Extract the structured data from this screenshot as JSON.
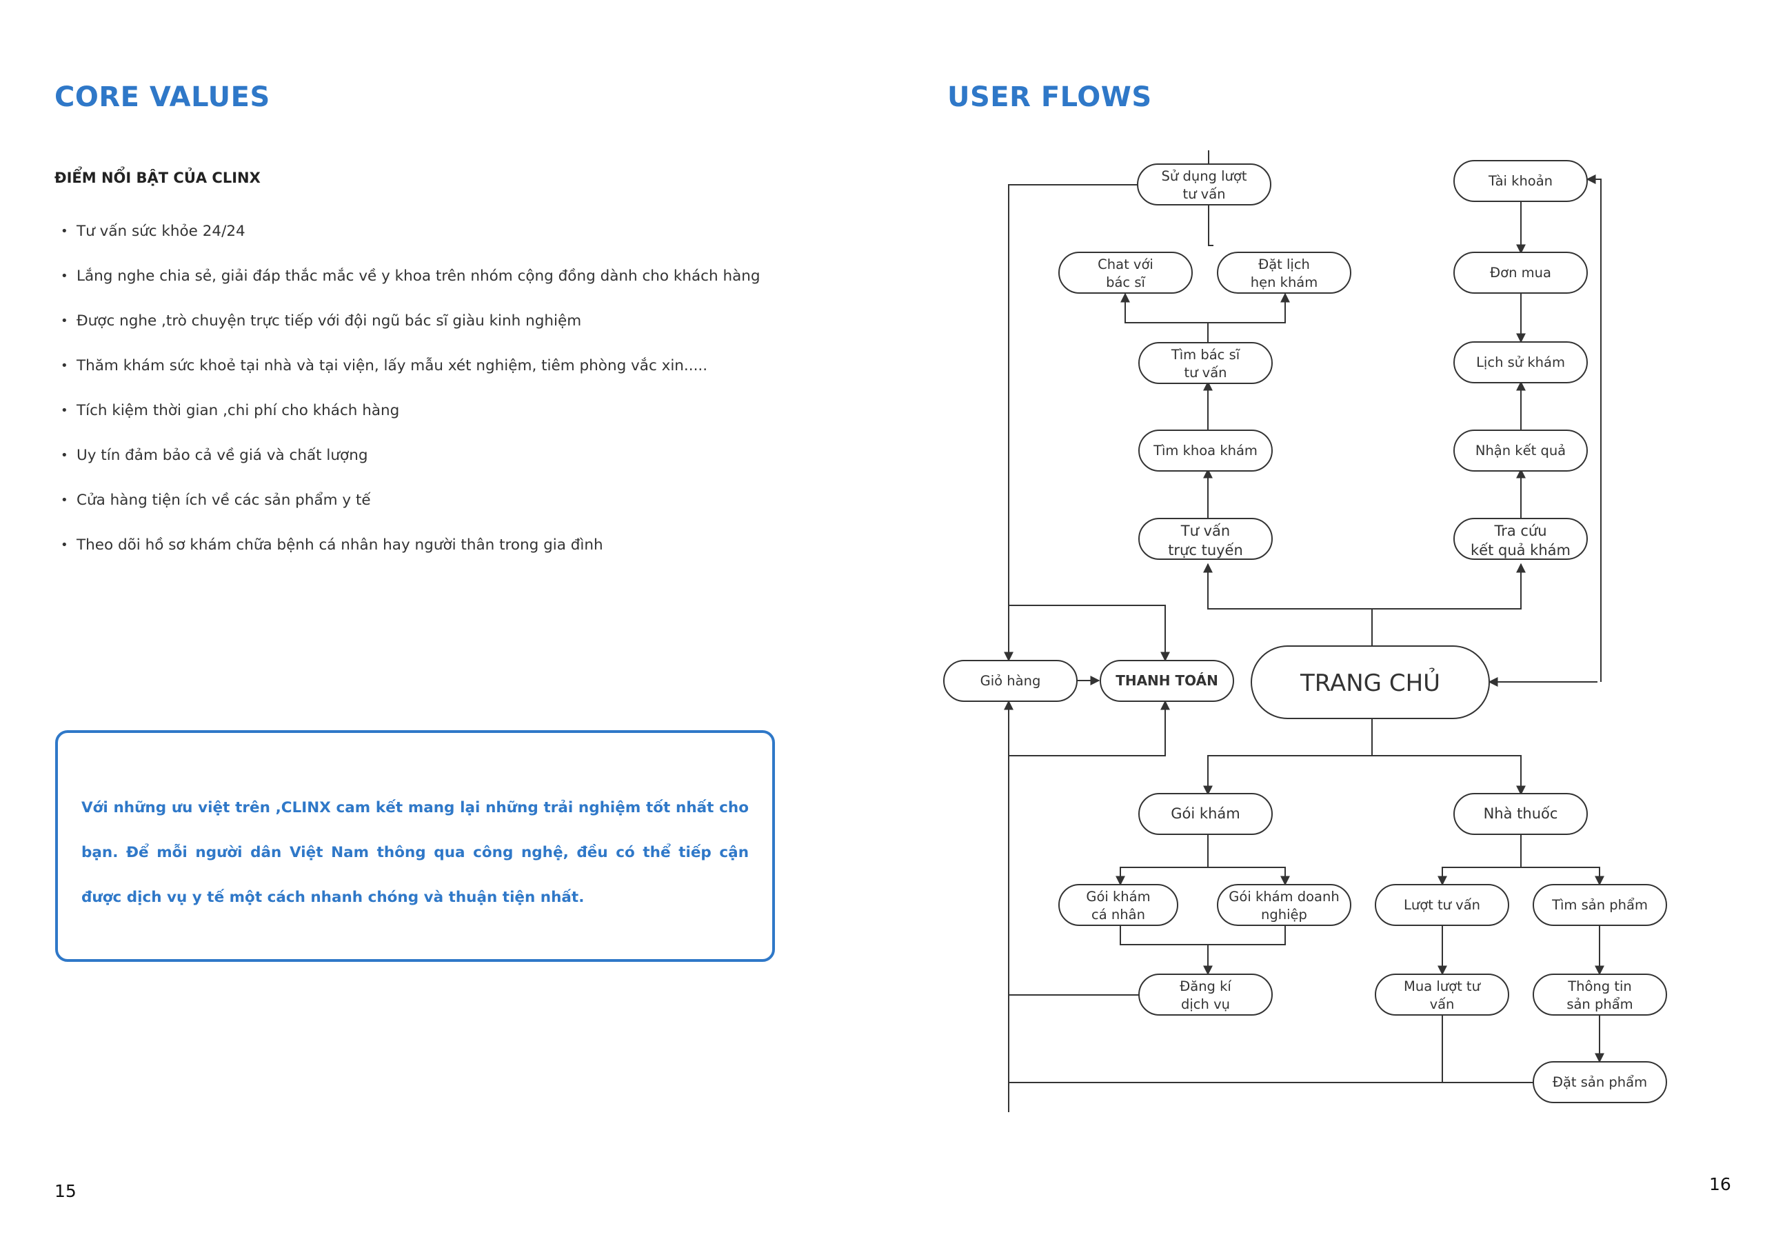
{
  "left_page": {
    "heading": "CORE VALUES",
    "subheading": "ĐIỂM NỔI BẬT CỦA CLINX",
    "points": [
      "Tư vấn sức khỏe 24/24",
      "Lắng nghe chia sẻ, giải đáp thắc mắc về y khoa trên nhóm cộng đồng dành cho khách hàng",
      "Được nghe ,trò chuyện trực tiếp với đội ngũ bác sĩ giàu kinh nghiệm",
      "Thăm khám sức khoẻ tại nhà và tại viện, lấy mẫu xét nghiệm, tiêm phòng vắc xin.....",
      "Tích kiệm thời gian ,chi phí cho khách hàng",
      "Uy tín đảm bảo cả về giá và chất lượng",
      "Cửa hàng tiện ích về các sản phẩm y tế",
      "Theo dõi hồ sơ khám chữa bệnh cá nhân hay người thân trong gia đình"
    ],
    "callout": "Với những ưu việt trên ,CLINX cam kết mang lại những trải nghiệm tốt nhất cho bạn. Để mỗi người dân Việt Nam thông qua công nghệ, đều có thể tiếp cận được dịch vụ y tế một cách nhanh chóng và thuận tiện nhất.",
    "page_number": "15"
  },
  "right_page": {
    "heading": "USER FLOWS",
    "page_number": "16",
    "line_color": "#333333",
    "nodes": {
      "su_dung_luot": [
        "Sử dụng lượt",
        "tư vấn"
      ],
      "tai_khoan": [
        "Tài khoản"
      ],
      "chat_bac_si": [
        "Chat với",
        "bác sĩ"
      ],
      "dat_lich": [
        "Đặt lịch",
        "hẹn khám"
      ],
      "don_mua": [
        "Đơn mua"
      ],
      "tim_bac_si": [
        "Tìm bác sĩ",
        "tư vấn"
      ],
      "lich_su_kham": [
        "Lịch sử khám"
      ],
      "tim_khoa_kham": [
        "Tìm khoa khám"
      ],
      "nhan_ket_qua": [
        "Nhận kết quả"
      ],
      "tu_van_truc_tuyen": [
        "Tư vấn",
        "trực tuyến"
      ],
      "tra_cuu": [
        "Tra cứu",
        "kết quả khám"
      ],
      "gio_hang": [
        "Giỏ hàng"
      ],
      "thanh_toan": [
        "THANH TOÁN"
      ],
      "trang_chu": [
        "TRANG CHỦ"
      ],
      "goi_kham": [
        "Gói khám"
      ],
      "nha_thuoc": [
        "Nhà thuốc"
      ],
      "goi_kham_ca_nhan": [
        "Gói khám",
        "cá nhân"
      ],
      "goi_kham_doanh_nghiep": [
        "Gói khám doanh",
        "nghiệp"
      ],
      "luot_tu_van": [
        "Lượt tư vấn"
      ],
      "tim_san_pham": [
        "Tìm sản phẩm"
      ],
      "dang_ki_dich_vu": [
        "Đăng kí",
        "dịch vụ"
      ],
      "mua_luot_tu_van": [
        "Mua lượt tư",
        "vấn"
      ],
      "thong_tin_san_pham": [
        "Thông tin",
        "sản phẩm"
      ],
      "dat_san_pham": [
        "Đặt sản phẩm"
      ]
    }
  }
}
